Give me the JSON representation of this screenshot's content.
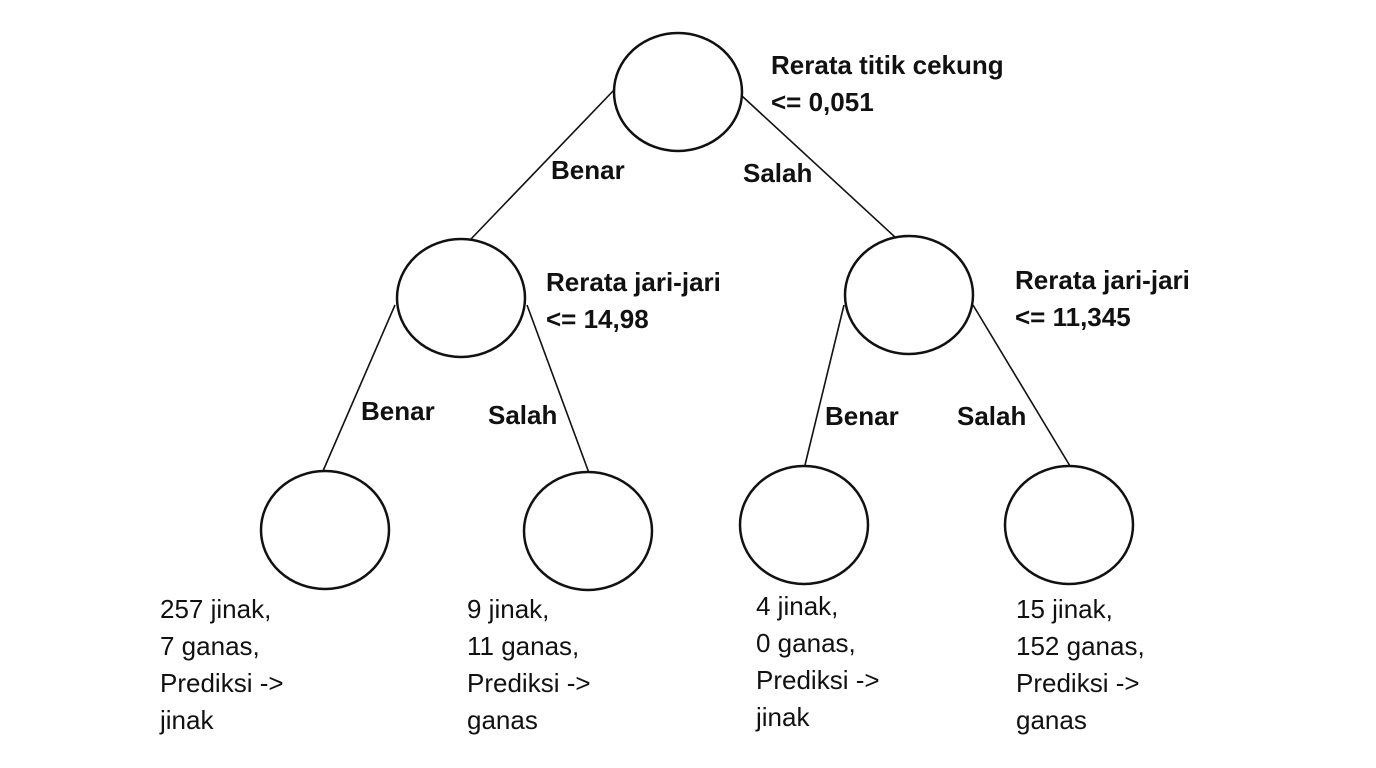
{
  "root": {
    "condition_line1": "Rerata titik cekung",
    "condition_line2": "<= 0,051"
  },
  "left": {
    "condition_line1": "Rerata jari-jari",
    "condition_line2": "<= 14,98"
  },
  "right": {
    "condition_line1": "Rerata jari-jari",
    "condition_line2": "<= 11,345"
  },
  "edges": {
    "root_left": "Benar",
    "root_right": "Salah",
    "left_left": "Benar",
    "left_right": "Salah",
    "right_left": "Benar",
    "right_right": "Salah"
  },
  "leaves": [
    {
      "jinak": "257 jinak,",
      "ganas": "7 ganas,",
      "pred": "Prediksi ->",
      "cls": "jinak"
    },
    {
      "jinak": "9 jinak,",
      "ganas": "11 ganas,",
      "pred": "Prediksi ->",
      "cls": "ganas"
    },
    {
      "jinak": "4 jinak,",
      "ganas": "0 ganas,",
      "pred": "Prediksi ->",
      "cls": "jinak"
    },
    {
      "jinak": "15 jinak,",
      "ganas": "152 ganas,",
      "pred": "Prediksi ->",
      "cls": "ganas"
    }
  ]
}
